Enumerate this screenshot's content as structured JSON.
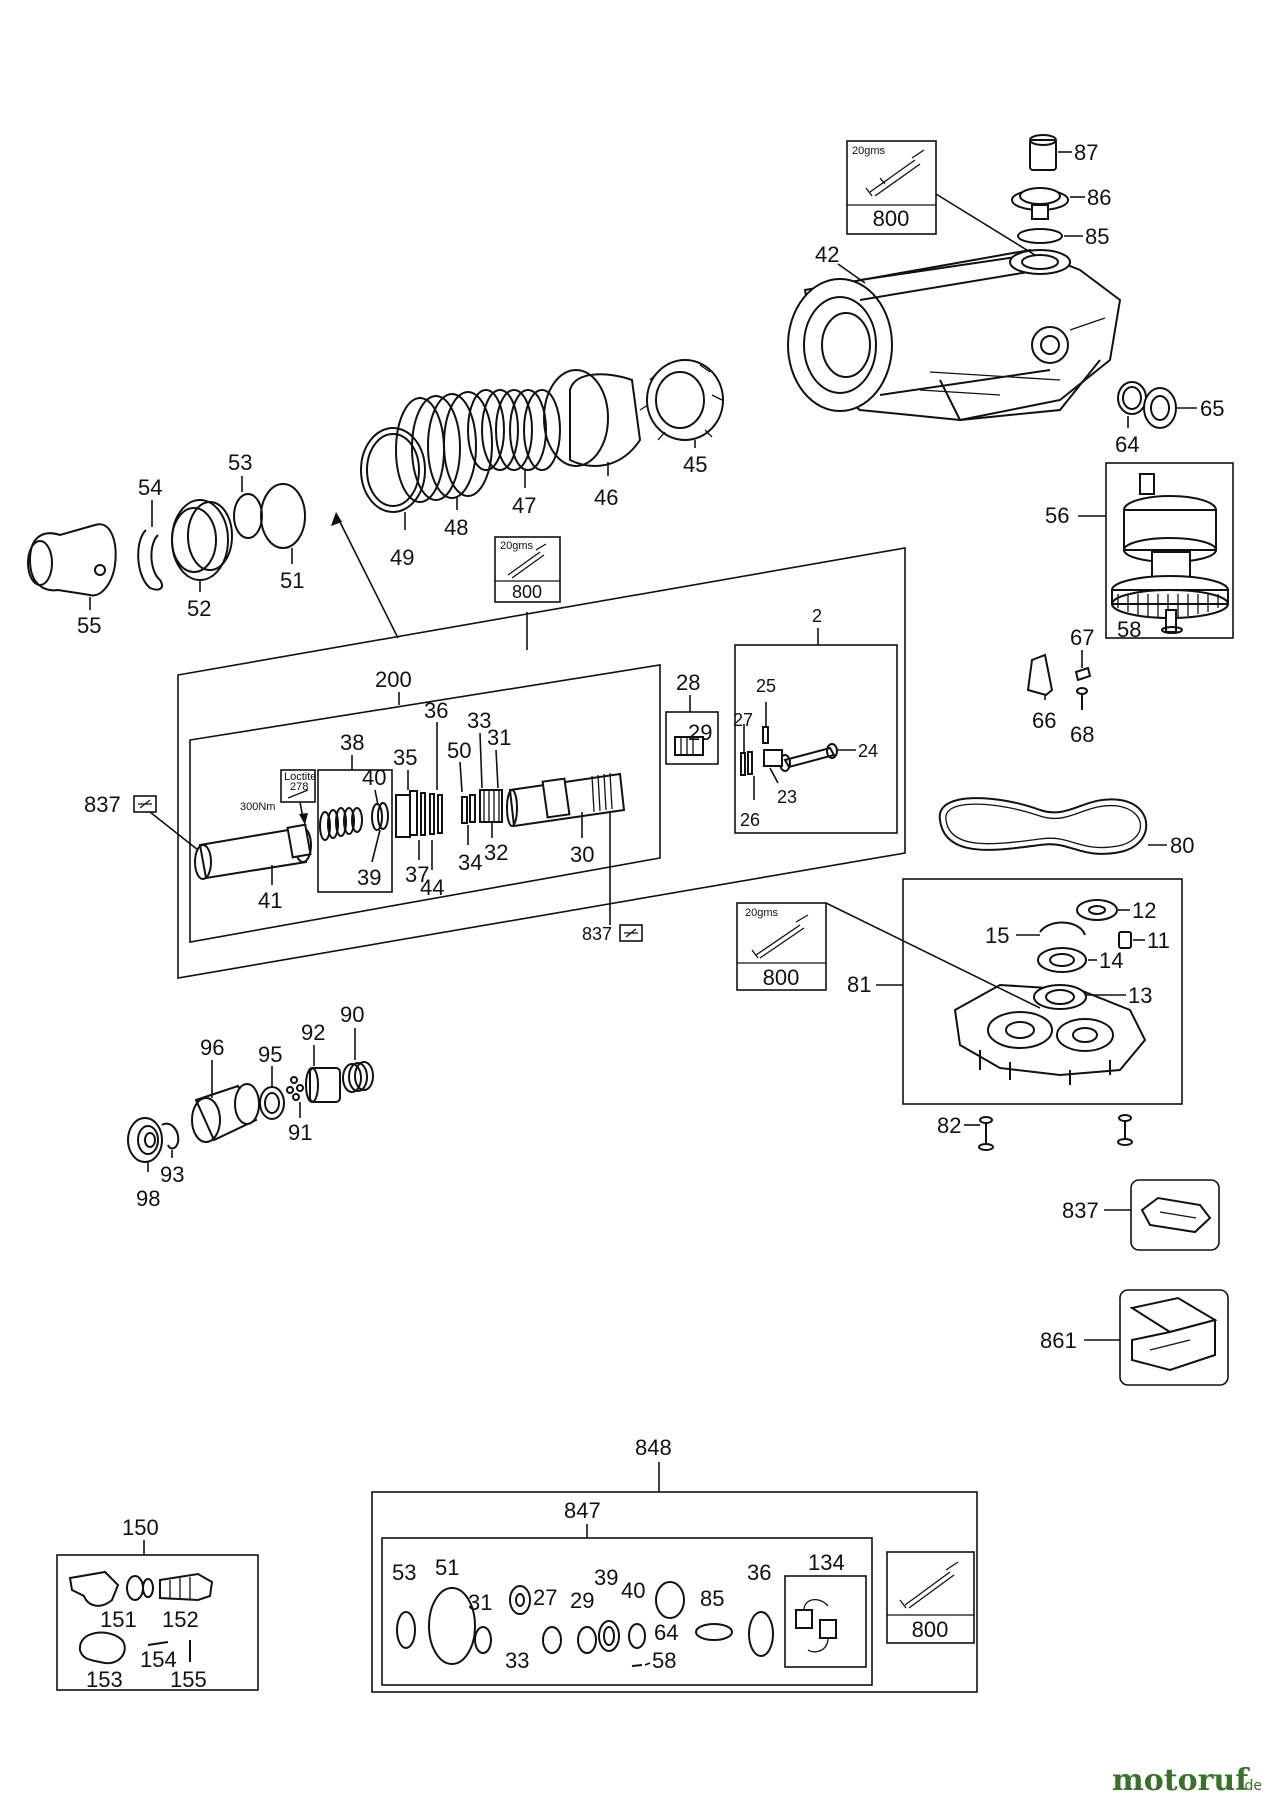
{
  "labels": {
    "p42": "42",
    "p87": "87",
    "p86": "86",
    "p85": "85",
    "p65": "65",
    "p64": "64",
    "p45": "45",
    "p46": "46",
    "p47": "47",
    "p48": "48",
    "p49": "49",
    "p53": "53",
    "p54": "54",
    "p51": "51",
    "p52": "52",
    "p55": "55",
    "p56": "56",
    "p58": "58",
    "p67": "67",
    "p66": "66",
    "p68": "68",
    "p200": "200",
    "p38": "38",
    "p36": "36",
    "p33": "33",
    "p31": "31",
    "p35": "35",
    "p40": "40",
    "p50": "50",
    "p39": "39",
    "p37": "37",
    "p44": "44",
    "p34": "34",
    "p32": "32",
    "p30": "30",
    "p41": "41",
    "p837a": "837",
    "p837b": "837",
    "p837c": "837",
    "p28": "28",
    "p29": "29",
    "p2": "2",
    "p25": "25",
    "p27": "27",
    "p24": "24",
    "p23": "23",
    "p26": "26",
    "p80": "80",
    "p12": "12",
    "p15": "15",
    "p11": "11",
    "p14": "14",
    "p13": "13",
    "p81": "81",
    "p82": "82",
    "p861": "861",
    "p90": "90",
    "p92": "92",
    "p96": "96",
    "p95": "95",
    "p91": "91",
    "p93": "93",
    "p98": "98",
    "p848": "848",
    "p847": "847",
    "p150": "150",
    "p151": "151",
    "p152": "152",
    "p153": "153",
    "p154": "154",
    "p155": "155",
    "k53": "53",
    "k51": "51",
    "k31": "31",
    "k33": "33",
    "k27": "27",
    "k29": "29",
    "k39": "39",
    "k40": "40",
    "k64": "64",
    "k85": "85",
    "k58": "58",
    "k36": "36",
    "k134": "134"
  },
  "grease_boxes": {
    "amount": "20gms",
    "code": "800"
  },
  "loctite": {
    "line1": "Loctite",
    "line2": "278",
    "torque": "300Nm"
  },
  "watermark": {
    "brand": "motoruf",
    "suffix": ".de",
    "brand_color": "#3a6f2d"
  }
}
